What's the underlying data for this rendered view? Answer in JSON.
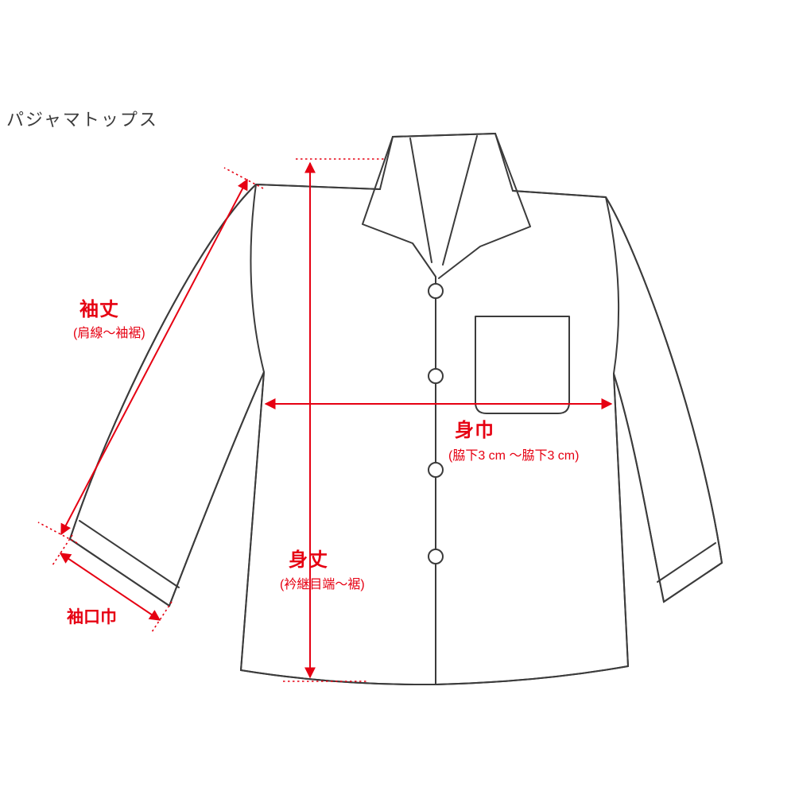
{
  "title": "パジャマトップス",
  "colors": {
    "line": "#3b3b3b",
    "accent_red": "#e60012",
    "background": "#ffffff"
  },
  "garment": "pajama-top-line-drawing",
  "annotations": {
    "sleeve_length": {
      "label": "袖丈",
      "note": "(肩線〜袖裾)"
    },
    "cuff_width": {
      "label": "袖口巾"
    },
    "body_width": {
      "label": "身巾",
      "note": "(脇下3 cm 〜脇下3 cm)"
    },
    "body_length": {
      "label": "身丈",
      "note": "(衿継目端〜裾)"
    }
  }
}
